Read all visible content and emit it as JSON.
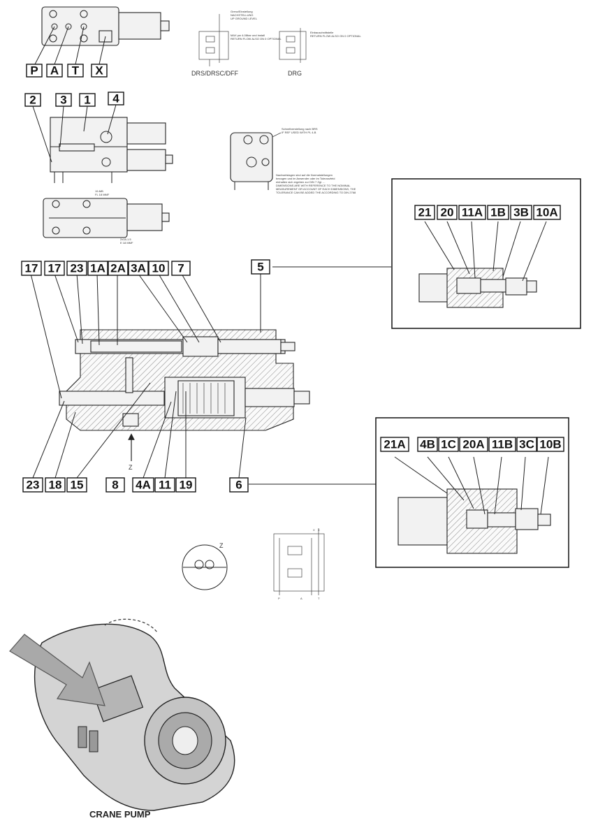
{
  "port_labels": [
    "P",
    "A",
    "T",
    "X"
  ],
  "top_callouts": [
    "2",
    "3",
    "1",
    "4"
  ],
  "schematic_captions": [
    "DRS/DRSC/DFF",
    "DRG"
  ],
  "small_notes": {
    "note_a": [
      "Grenz/Einstellung",
      "NACHSTELLUNG",
      "UP GROUND LEVEL"
    ],
    "note_b": [
      "MAX pw 4-08bar und install",
      "RETURN FLOW ALSO ON 0 OPTIONAL"
    ],
    "note_c": [
      "Einbauschnittstelle",
      "RETURN FLOW ALSO ON 0 OPTIONAL"
    ],
    "note_d": [
      "Schnellverstellung nach BRS",
      "IF REF USED WITH PL 4-B"
    ],
    "note_e": [
      "Nachweislagen sind auf die Normalstellungen",
      "bezogen und im Anwender oder im Toleranzfeld",
      "einhalten sich ergeben zur DIN 7 Zgl. ...",
      "DIMENSIONS ARE WITH REFERENCE TO THE NOMINAL",
      "MEASUREMENT OR ACCOUNT OF EACH DIMENSIONS, THE",
      "TOLERANCE CAN BE ADDED THE ACCORDING TO DIN 2768"
    ],
    "dim_a": [
      "19-MB",
      "FL 18 MMF"
    ],
    "dim_b": [
      "2x18-1.5",
      "E 18 MMF"
    ]
  },
  "section_callouts_top": [
    "17",
    "17",
    "23",
    "1A",
    "2A",
    "3A",
    "10",
    "7",
    "5"
  ],
  "section_callouts_bottom": [
    "23",
    "18",
    "15",
    "8",
    "4A",
    "11",
    "19",
    "6"
  ],
  "view_marker": "Z",
  "detail_upper_callouts": [
    "21",
    "20",
    "11A",
    "1B",
    "3B",
    "10A"
  ],
  "detail_lower_callouts": [
    "21A",
    "4B",
    "1C",
    "20A",
    "11B",
    "3C",
    "10B"
  ],
  "schematic_ports_top": [
    "X",
    "X"
  ],
  "schematic_ports_bottom": [
    "P",
    "A",
    "T"
  ],
  "pump_caption": "CRANE PUMP"
}
